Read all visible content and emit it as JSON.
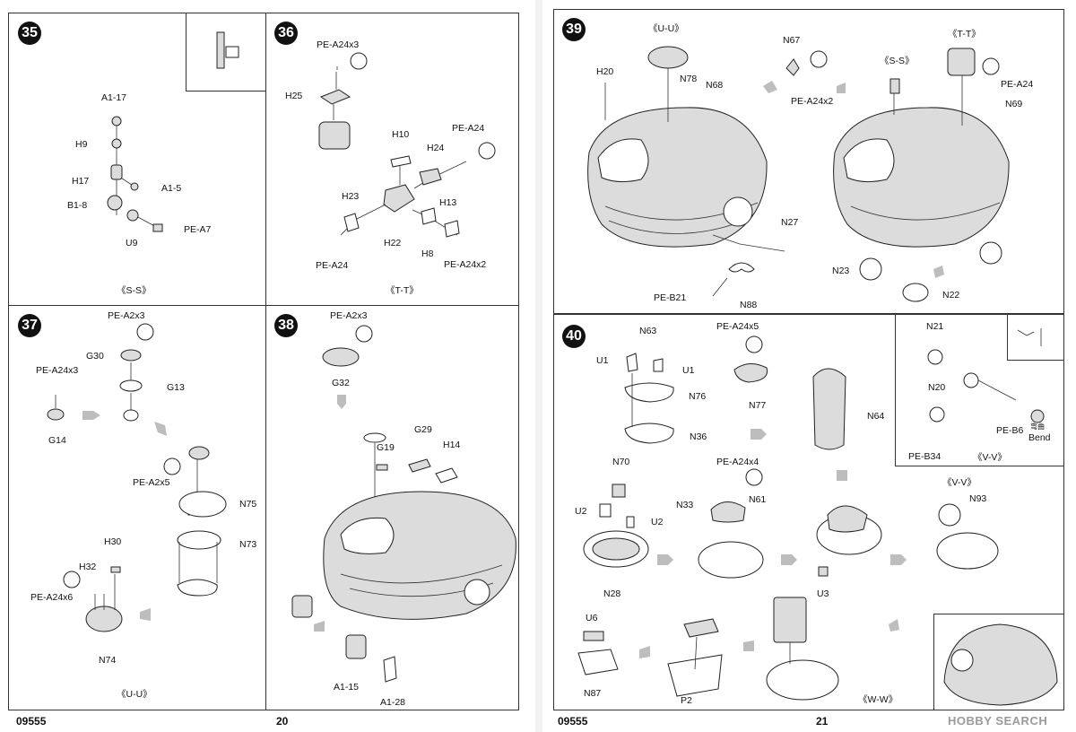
{
  "pages": {
    "left": {
      "footer_code": "09555",
      "page_number": "20",
      "steps": {
        "s35": {
          "number": "35",
          "section": "",
          "labels": {
            "a1_17": "A1-17",
            "h9": "H9",
            "h17": "H17",
            "a1_5": "A1-5",
            "b1_8": "B1-8",
            "u9": "U9",
            "pe_a7": "PE-A7"
          },
          "footer_section": "《S-S》"
        },
        "s36": {
          "number": "36",
          "labels": {
            "pe_a24x3": "PE-A24x3",
            "h25": "H25",
            "h10": "H10",
            "h24": "H24",
            "pe_a24": "PE-A24",
            "h23": "H23",
            "h13": "H13",
            "h22": "H22",
            "h8": "H8",
            "pe_a24_b": "PE-A24",
            "pe_a24x2": "PE-A24x2"
          },
          "footer_section": "《T-T》"
        },
        "s37": {
          "number": "37",
          "labels": {
            "pe_a2x3": "PE-A2x3",
            "g30": "G30",
            "pe_a24x3": "PE-A24x3",
            "g13": "G13",
            "g14": "G14",
            "pe_a2x5": "PE-A2x5",
            "n75": "N75",
            "n73": "N73",
            "h30": "H30",
            "h32": "H32",
            "pe_a24x6": "PE-A24x6",
            "n74": "N74"
          },
          "footer_section": "《U-U》"
        },
        "s38": {
          "number": "38",
          "labels": {
            "pe_a2x3": "PE-A2x3",
            "g32": "G32",
            "g29": "G29",
            "h14": "H14",
            "g19": "G19",
            "a1_15": "A1-15",
            "a1_28": "A1-28"
          }
        }
      }
    },
    "right": {
      "footer_code": "09555",
      "page_number": "21",
      "steps": {
        "s39": {
          "number": "39",
          "labels": {
            "uu": "《U-U》",
            "tt": "《T-T》",
            "ss": "《S-S》",
            "h20": "H20",
            "n78": "N78",
            "n68": "N68",
            "n67": "N67",
            "pe_a24x2": "PE-A24x2",
            "pe_a24": "PE-A24",
            "n69": "N69",
            "n27": "N27",
            "pe_b21": "PE-B21",
            "n88": "N88",
            "n23": "N23",
            "n22": "N22"
          }
        },
        "s40": {
          "number": "40",
          "labels": {
            "n63": "N63",
            "u1a": "U1",
            "u1b": "U1",
            "n76": "N76",
            "n36": "N36",
            "pe_a24x5": "PE-A24x5",
            "n77": "N77",
            "n64": "N64",
            "n70": "N70",
            "u2a": "U2",
            "u2b": "U2",
            "n28": "N28",
            "pe_a24x4": "PE-A24x4",
            "n33": "N33",
            "n61": "N61",
            "u3": "U3",
            "vv": "《V-V》",
            "n93": "N93",
            "u6": "U6",
            "n87": "N87",
            "p2": "P2",
            "ww": "《W-W》"
          }
        },
        "inset_vv": {
          "labels": {
            "n21": "N21",
            "n20": "N20",
            "pe_b6": "PE-B6",
            "bend_zh": "弯曲",
            "bend": "Bend",
            "pe_b34": "PE-B34",
            "vv": "《V-V》"
          }
        }
      }
    }
  },
  "watermark": "HOBBY SEARCH",
  "colors": {
    "line": "#333333",
    "step_badge": "#111111",
    "arrow": "#bdbdbd",
    "part_fill": "#dcdcdc"
  }
}
